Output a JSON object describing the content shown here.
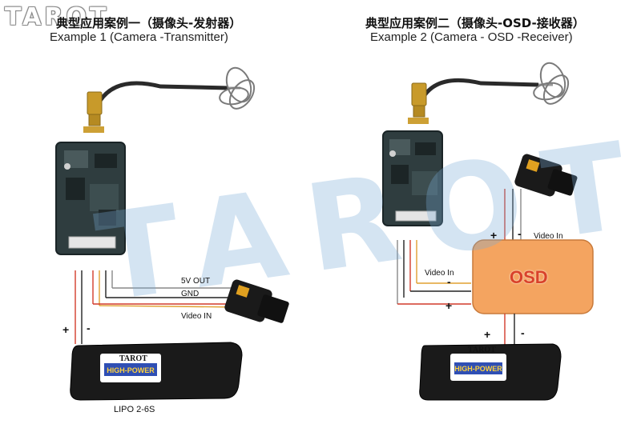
{
  "logo": "TAROT",
  "watermark": "TAROT",
  "example1": {
    "title_cn": "典型应用案例一（摄像头-发射器）",
    "title_en": "Example 1 (Camera  -Transmitter)",
    "labels": {
      "fiveV_out": "5V OUT",
      "gnd": "GND",
      "video_in": "Video IN"
    },
    "plus": "+",
    "minus": "-",
    "battery_caption": "LIPO 2-6S"
  },
  "example2": {
    "title_cn": "典型应用案例二（摄像头-OSD-接收器）",
    "title_en": "Example 2 (Camera - OSD -Receiver)",
    "labels": {
      "video_in_left": "Video In",
      "video_in_right": "Video In"
    },
    "osd_label": "OSD",
    "plus": "+",
    "minus": "-"
  },
  "battery": {
    "brand": "TAROT"
  },
  "colors": {
    "watermark": "#78aad7",
    "osd_fill": "#f4a460",
    "osd_text": "#d9422a",
    "pcb": "#2f3d3f",
    "battery": "#1a1a1a",
    "antenna_gold": "#c89a2a"
  }
}
